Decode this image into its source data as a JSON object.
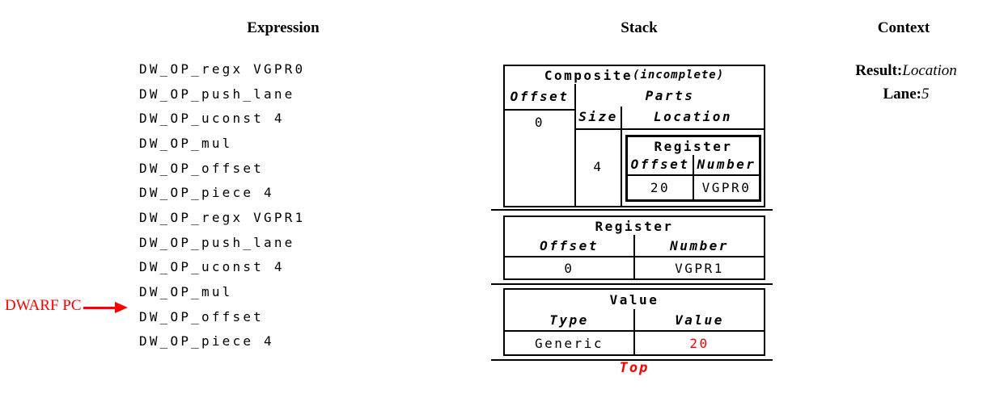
{
  "columns": {
    "expression_title": "Expression",
    "stack_title": "Stack",
    "context_title": "Context"
  },
  "expression": {
    "pc_label": "DWARF PC",
    "ops": [
      "DW_OP_regx VGPR0",
      "DW_OP_push_lane",
      "DW_OP_uconst 4",
      "DW_OP_mul",
      "DW_OP_offset",
      "DW_OP_piece 4",
      "DW_OP_regx VGPR1",
      "DW_OP_push_lane",
      "DW_OP_uconst 4",
      "DW_OP_mul",
      "DW_OP_offset",
      "DW_OP_piece 4"
    ]
  },
  "stack": {
    "composite": {
      "title": "Composite",
      "qualifier": "(incomplete)",
      "offset_header": "Offset",
      "offset_value": "0",
      "parts_header": "Parts",
      "size_header": "Size",
      "location_header": "Location",
      "size_value": "4",
      "part_register": {
        "title": "Register",
        "offset_header": "Offset",
        "number_header": "Number",
        "offset_value": "20",
        "number_value": "VGPR0"
      }
    },
    "register": {
      "title": "Register",
      "offset_header": "Offset",
      "number_header": "Number",
      "offset_value": "0",
      "number_value": "VGPR1"
    },
    "value": {
      "title": "Value",
      "type_header": "Type",
      "value_header": "Value",
      "type_value": "Generic",
      "value_value": "20"
    },
    "top_label": "Top"
  },
  "context": {
    "result_label": "Result:",
    "result_value": "Location",
    "lane_label": "Lane:",
    "lane_value": "5"
  },
  "colors": {
    "accent_red": "#ff0000",
    "text": "#000000"
  }
}
